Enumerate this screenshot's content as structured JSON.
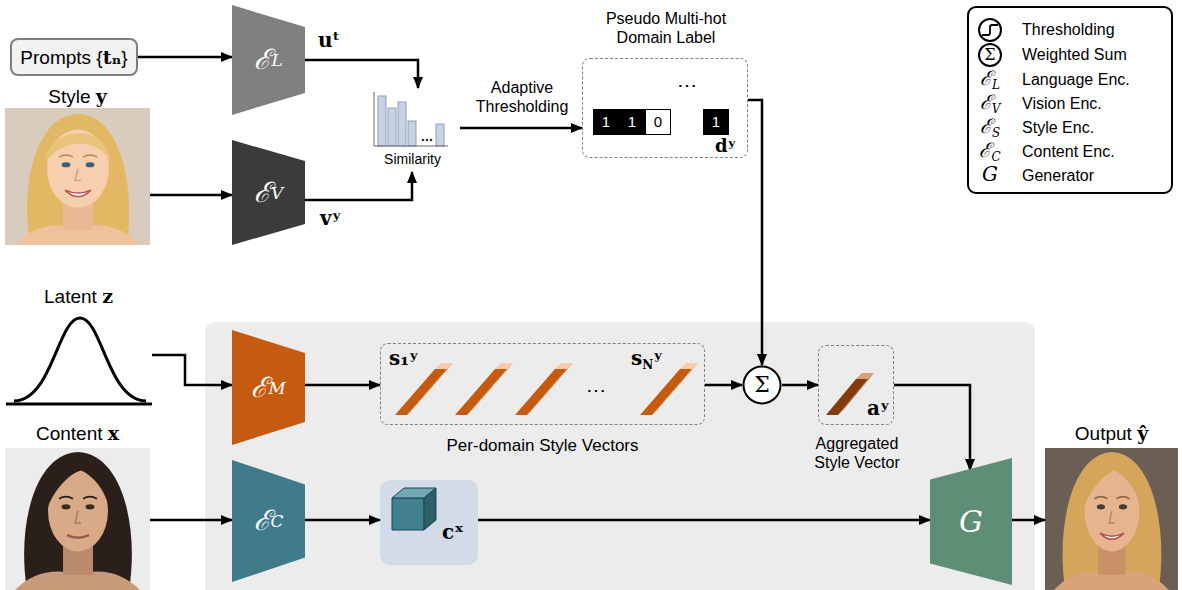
{
  "diagram": {
    "nodes": [
      {
        "text": [
          "Prompts {tₙ}"
        ]
      },
      {
        "text": [
          "Style y"
        ]
      },
      {
        "text": [
          "ℰL"
        ]
      },
      {
        "text": [
          "ℰV"
        ]
      },
      {
        "text": [
          "Similarity"
        ]
      },
      {
        "text": [
          "Pseudo Multi-hot Domain Label",
          "⋯",
          "dʸ"
        ]
      },
      {
        "text": [
          "1"
        ],
        "in": 5
      },
      {
        "text": [
          "1"
        ],
        "in": 5
      },
      {
        "text": [
          "0"
        ],
        "in": 5
      },
      {
        "text": [
          "1"
        ],
        "in": 5
      },
      {
        "text": [
          "Latent z"
        ]
      },
      {
        "text": [
          "ℰM"
        ]
      },
      {
        "text": [
          "s₁ʸ",
          "⋯",
          "sNʸ",
          "Per-domain Style Vectors"
        ]
      },
      {
        "text": [
          "Σ"
        ]
      },
      {
        "text": [
          "aʸ",
          "Aggregated Style Vector"
        ]
      },
      {
        "text": [
          "Content x"
        ]
      },
      {
        "text": [
          "ℰC"
        ]
      },
      {
        "text": [
          "cˣ"
        ]
      },
      {
        "text": [
          "G"
        ]
      },
      {
        "text": [
          "Output ŷ"
        ]
      }
    ],
    "edges": [
      {
        "from": 0,
        "to": 2,
        "arrow": "to"
      },
      {
        "from": 1,
        "to": 3,
        "arrow": "to"
      },
      {
        "from": 2,
        "to": 4,
        "label": "uᵗ",
        "arrow": "to"
      },
      {
        "from": 3,
        "to": 4,
        "label": "vʸ",
        "arrow": "to"
      },
      {
        "from": 4,
        "to": 5,
        "label": "Adaptive Thresholding",
        "arrow": "to"
      },
      {
        "from": 5,
        "to": 13,
        "arrow": "to"
      },
      {
        "from": 10,
        "to": 11,
        "arrow": "to"
      },
      {
        "from": 11,
        "to": 12,
        "arrow": "to"
      },
      {
        "from": 12,
        "to": 13,
        "arrow": "to"
      },
      {
        "from": 13,
        "to": 14,
        "arrow": "to"
      },
      {
        "from": 14,
        "to": 18,
        "arrow": "to"
      },
      {
        "from": 15,
        "to": 16,
        "arrow": "to"
      },
      {
        "from": 16,
        "to": 17,
        "arrow": "to"
      },
      {
        "from": 17,
        "to": 18,
        "arrow": "to"
      },
      {
        "from": 18,
        "to": 19,
        "arrow": "to"
      }
    ],
    "labels": [
      "Σ",
      "ℰL",
      "ℰV",
      "ℰS",
      "ℰC",
      "G"
    ],
    "legend": [
      {
        "text": "Thresholding"
      },
      {
        "text": "Weighted Sum"
      },
      {
        "text": "Language Enc."
      },
      {
        "text": "Vision Enc."
      },
      {
        "text": "Style Enc."
      },
      {
        "text": "Content Enc."
      },
      {
        "text": "Generator"
      }
    ]
  }
}
